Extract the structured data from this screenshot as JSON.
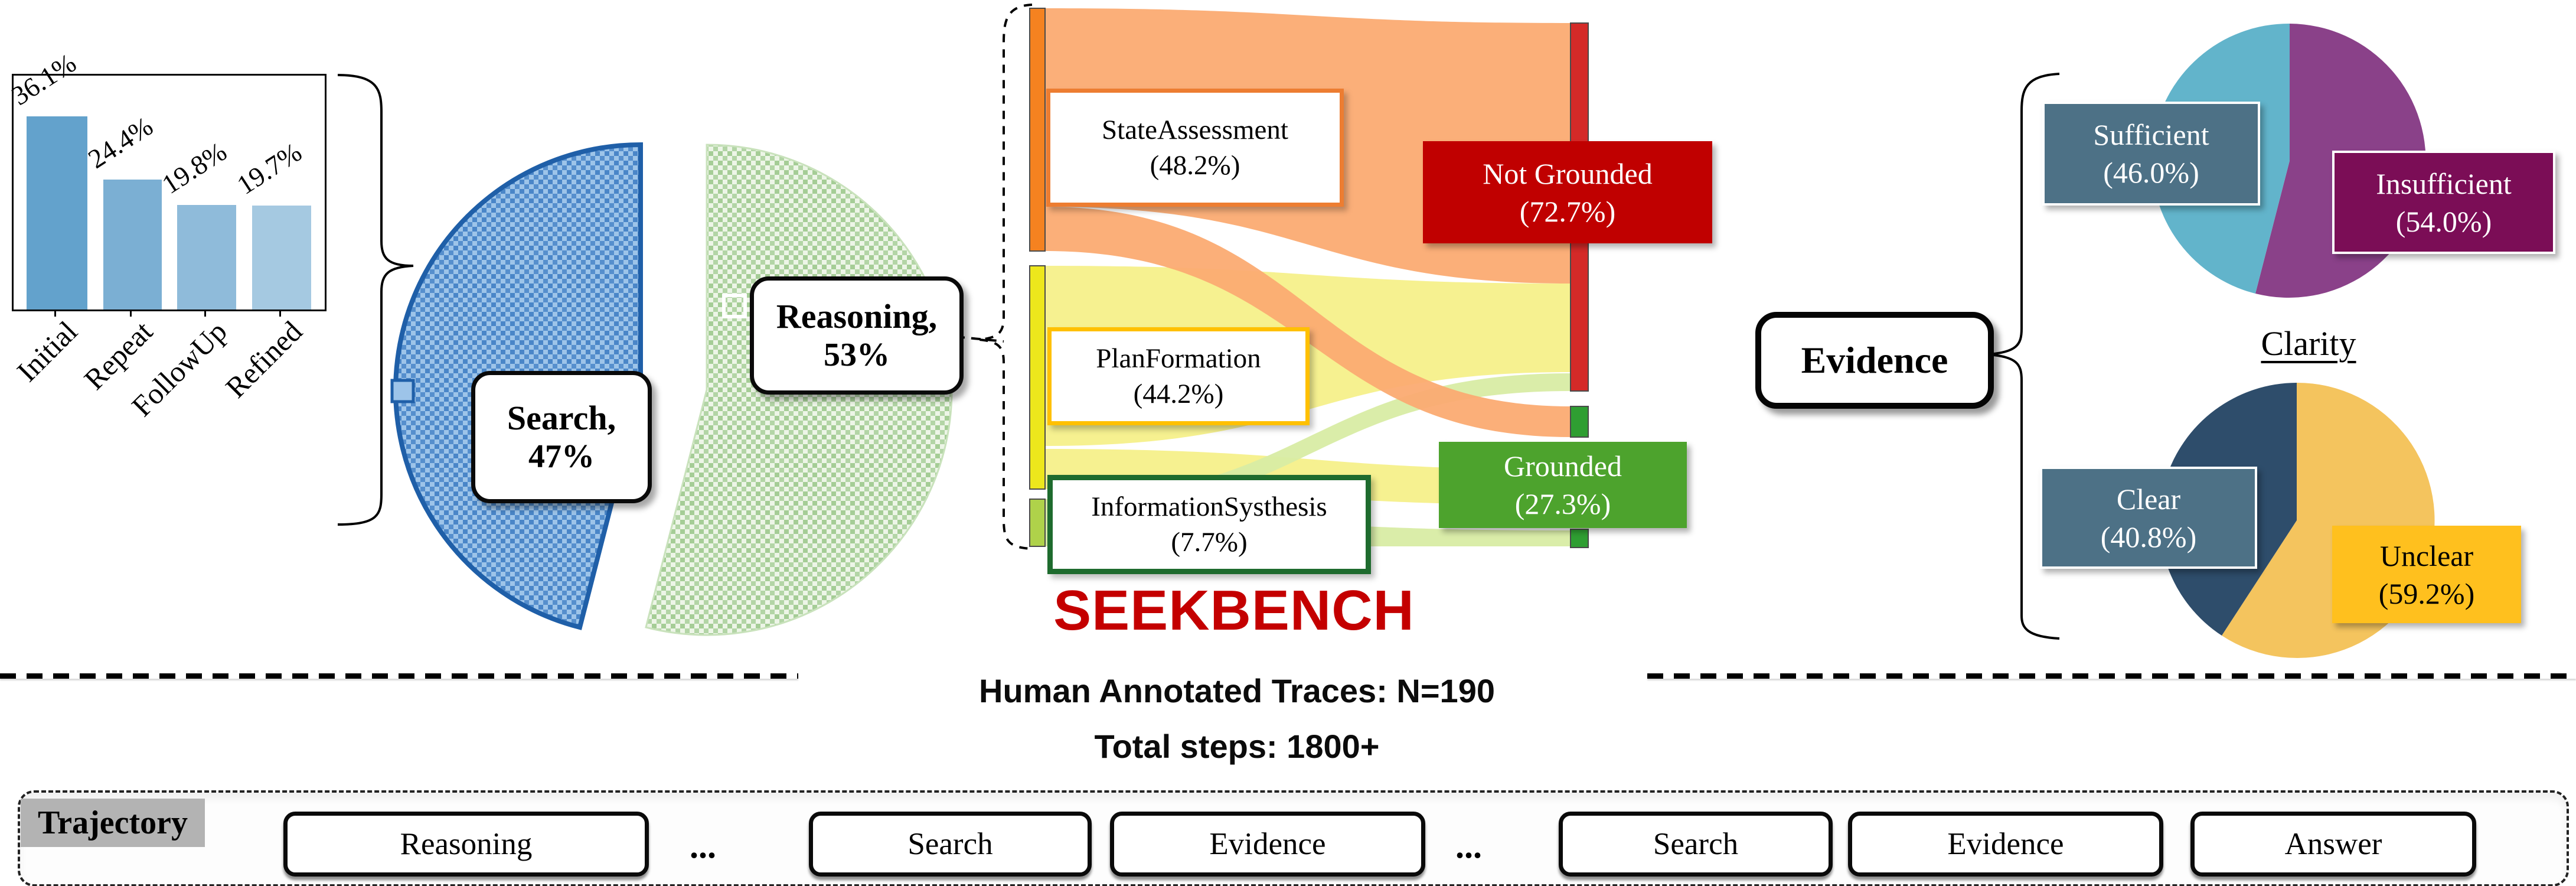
{
  "colors": {
    "accent_red": "#c40000",
    "bar_blues": [
      "#63A2CC",
      "#7BAFD3",
      "#8FBBDA",
      "#A5C9E1"
    ],
    "search_blue": "#9DC1E8",
    "reasoning_green": "#EAF3E4",
    "sankey_orange": "#F58220",
    "sankey_yellow": "#EDE71C",
    "sankey_lightgreen": "#AFD24A",
    "not_grounded_red": "#C00000",
    "grounded_green": "#4DA32D",
    "sufficient_teal": "#62B4CB",
    "insufficient_purple": "#7B0D56",
    "clear_navy": "#2E4D6B",
    "unclear_gold": "#FFC01E"
  },
  "chart_data": [
    {
      "type": "bar",
      "categories": [
        "Initial",
        "Repeat",
        "FollowUp",
        "Refined"
      ],
      "values": [
        36.1,
        24.4,
        19.8,
        19.7
      ],
      "unit": "%",
      "xlabel": "",
      "ylabel": "",
      "grid": false,
      "bar_colors": [
        "#63A2CC",
        "#7BAFD3",
        "#8FBBDA",
        "#A5C9E1"
      ]
    },
    {
      "type": "pie",
      "labels": [
        "Search",
        "Reasoning"
      ],
      "values": [
        47,
        53
      ],
      "colors": [
        "#9DC1E8",
        "#EAF3E4"
      ],
      "style": "exploded halves, diagonal hatch"
    },
    {
      "type": "sankey",
      "nodes": [
        {
          "name": "StateAssessment",
          "value": 48.2,
          "color": "#F58220"
        },
        {
          "name": "PlanFormation",
          "value": 44.2,
          "color": "#EDE71C"
        },
        {
          "name": "InformationSysthesis",
          "value": 7.7,
          "color": "#AFD24A"
        },
        {
          "name": "Not Grounded",
          "value": 72.7,
          "color": "#C00000"
        },
        {
          "name": "Grounded",
          "value": 27.3,
          "color": "#4DA32D"
        }
      ],
      "links": [
        {
          "source": "StateAssessment",
          "target": "Not Grounded"
        },
        {
          "source": "StateAssessment",
          "target": "Grounded"
        },
        {
          "source": "PlanFormation",
          "target": "Not Grounded"
        },
        {
          "source": "PlanFormation",
          "target": "Grounded"
        },
        {
          "source": "InformationSysthesis",
          "target": "Not Grounded"
        },
        {
          "source": "InformationSysthesis",
          "target": "Grounded"
        }
      ]
    },
    {
      "type": "pie",
      "labels": [
        "Sufficient",
        "Insufficient"
      ],
      "values": [
        46.0,
        54.0
      ],
      "colors": [
        "#62B4CB",
        "#8A4189"
      ]
    },
    {
      "type": "pie",
      "title": "Clarity",
      "labels": [
        "Clear",
        "Unclear"
      ],
      "values": [
        40.8,
        59.2
      ],
      "colors": [
        "#2E4D6B",
        "#F4C45E"
      ]
    }
  ],
  "bar_chart": {
    "value_labels": [
      "36.1%",
      "24.4%",
      "19.8%",
      "19.7%"
    ],
    "categories": [
      "Initial",
      "Repeat",
      "FollowUp",
      "Refined"
    ]
  },
  "pie_main": {
    "search": [
      "Search,",
      "47%"
    ],
    "reasoning": [
      "Reasoning,",
      "53%"
    ]
  },
  "sankey": {
    "state_assessment": [
      "StateAssessment",
      "(48.2%)"
    ],
    "plan_formation": [
      "PlanFormation",
      "(44.2%)"
    ],
    "information_systhesis": [
      "InformationSysthesis",
      "(7.7%)"
    ],
    "not_grounded": [
      "Not Grounded",
      "(72.7%)"
    ],
    "grounded": [
      "Grounded",
      "(27.3%)"
    ]
  },
  "title": {
    "main": "SEEKBENCH",
    "stats_line1": "Human Annotated Traces: N=190",
    "stats_line2": "Total steps: 1800+"
  },
  "evidence": {
    "label": "Evidence",
    "clarity_title": "Clarity",
    "sufficient": [
      "Sufficient",
      "(46.0%)"
    ],
    "insufficient": [
      "Insufficient",
      "(54.0%)"
    ],
    "clear": [
      "Clear",
      "(40.8%)"
    ],
    "unclear": [
      "Unclear",
      "(59.2%)"
    ]
  },
  "trajectory": {
    "label": "Trajectory",
    "ellipsis": "...",
    "steps": [
      "Reasoning",
      "Search",
      "Evidence",
      "Search",
      "Evidence",
      "Answer"
    ]
  }
}
